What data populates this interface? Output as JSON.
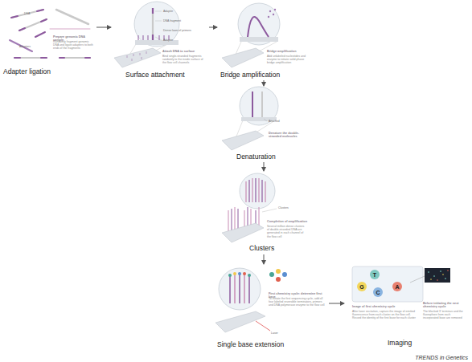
{
  "diagram": {
    "nodes": [
      {
        "text": [
          "Prepare genomic DNA sample",
          "Randomly fragment genomic DNA and ligate adapters to both ends of the fragments",
          "Adapter ligation"
        ]
      },
      {
        "text": [
          "Attach DNA to surface",
          "Bind single-stranded fragments randomly to the inside surface of the flow cell channels",
          "Surface attachment"
        ]
      },
      {
        "text": [
          "Bridge amplification",
          "Add unlabeled nucleotides and enzyme to initiate solid-phase bridge amplification",
          "Bridge amplification"
        ]
      },
      {
        "text": [
          "Denature the double-stranded molecules",
          "Denaturation"
        ]
      },
      {
        "text": [
          "Completion of amplification",
          "Several million dense clusters of double-stranded DNA are generated in each channel of the flow cell",
          "Clusters"
        ]
      },
      {
        "text": [
          "First chemistry cycle: determine first base",
          "To initiate the first sequencing cycle, add all four labeled reversible terminators, primers and DNA polymerase enzyme to the flow cell",
          "Single base extension"
        ]
      },
      {
        "text": [
          "Image of first chemistry cycle",
          "After laser excitation, capture the image of emitted fluorescence from each cluster on the flow cell. Record the identity of the first base for each cluster",
          "Before initiating the next chemistry cycle",
          "The blocked 3' terminus and the fluorophore from each incorporated base are removed",
          "Imaging"
        ]
      }
    ],
    "edges": [
      {
        "from": 0,
        "to": 1,
        "arrow": "to"
      },
      {
        "from": 1,
        "to": 2,
        "arrow": "to"
      },
      {
        "from": 2,
        "to": 3,
        "arrow": "to"
      },
      {
        "from": 3,
        "to": 4,
        "arrow": "to"
      },
      {
        "from": 4,
        "to": 5,
        "arrow": "to"
      },
      {
        "from": 5,
        "to": 6,
        "arrow": "to"
      }
    ],
    "labels": [
      "DNA",
      "Adapters",
      "Adapter",
      "DNA fragment",
      "Dense lawn of primers",
      "Adapter",
      "Attached",
      "Clusters",
      "Laser",
      "T",
      "G",
      "C",
      "A",
      "TRENDS in Genetics"
    ]
  }
}
